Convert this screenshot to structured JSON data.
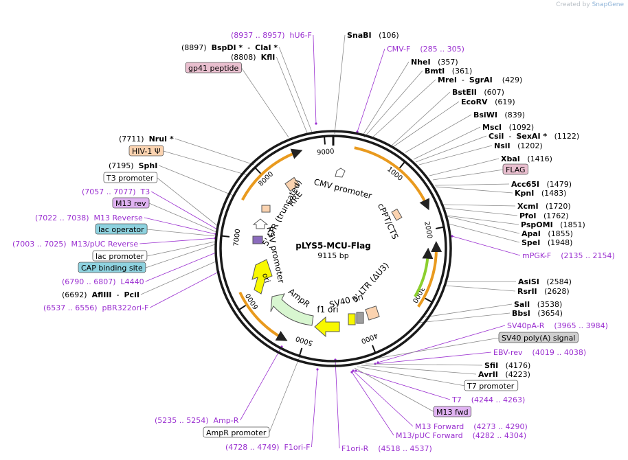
{
  "credit": {
    "prefix": "Created by",
    "brand": "SnapGene"
  },
  "plasmid": {
    "name": "pLYS5-MCU-Flag",
    "size": "9115 bp",
    "length": 9115
  },
  "colors": {
    "primer": "#9a2fd0",
    "enzyme": "#000000",
    "leader": "#8a8a8a",
    "backbone": "#1a1a1a",
    "orange": "#e99a1e",
    "green": "#8ccf2e",
    "tan": "#fbd3b0",
    "yellow": "#f8f800",
    "paleGreen": "#d8f6d0",
    "pink": "#e9bfcf",
    "blue": "#8ed2df",
    "gray": "#cfcfcf",
    "lilac": "#e0b3f2"
  },
  "ticks": [
    "1000",
    "2000",
    "3000",
    "4000",
    "5000",
    "6000",
    "7000",
    "8000",
    "9000"
  ],
  "inner_features": [
    {
      "id": "cmv-promoter",
      "label": "CMV promoter"
    },
    {
      "id": "cppt-cts",
      "label": "cPPT/CTS"
    },
    {
      "id": "rre",
      "label": "RRE"
    },
    {
      "id": "ltr5",
      "label": "5' LTR (truncated)"
    },
    {
      "id": "rsv-promoter",
      "label": "RSV promoter"
    },
    {
      "id": "ori",
      "label": "ori"
    },
    {
      "id": "ampr",
      "label": "AmpR"
    },
    {
      "id": "f1-ori",
      "label": "f1 ori"
    },
    {
      "id": "sv40-ori",
      "label": "SV40 ori"
    },
    {
      "id": "ltr3",
      "label": "3' LTR (ΔU3)"
    }
  ],
  "labels": [
    {
      "id": "hu6f",
      "parts": [
        {
          "t": "(8937 .. 8957)  hU6-F",
          "c": "p"
        }
      ]
    },
    {
      "id": "snabi",
      "parts": [
        {
          "t": "SnaBI",
          "c": "b"
        },
        {
          "t": "   (106)",
          "c": "n"
        }
      ]
    },
    {
      "id": "bspdi",
      "parts": [
        {
          "t": "(8897)  ",
          "c": "n"
        },
        {
          "t": "BspDI *",
          "c": "b"
        },
        {
          "t": "  -  ",
          "c": "n"
        },
        {
          "t": "ClaI *",
          "c": "b"
        }
      ]
    },
    {
      "id": "cmvf",
      "parts": [
        {
          "t": "CMV-F    (285 .. 305)",
          "c": "p"
        }
      ]
    },
    {
      "id": "kfli",
      "parts": [
        {
          "t": "(8808)  ",
          "c": "n"
        },
        {
          "t": "KflI",
          "c": "b"
        }
      ]
    },
    {
      "id": "nhei",
      "parts": [
        {
          "t": "NheI",
          "c": "b"
        },
        {
          "t": "   (357)",
          "c": "n"
        }
      ]
    },
    {
      "id": "gp41",
      "box": "pink",
      "parts": [
        {
          "t": "gp41 peptide",
          "c": "n"
        }
      ]
    },
    {
      "id": "bmti",
      "parts": [
        {
          "t": "BmtI",
          "c": "b"
        },
        {
          "t": "   (361)",
          "c": "n"
        }
      ]
    },
    {
      "id": "mrei",
      "parts": [
        {
          "t": "MreI",
          "c": "b"
        },
        {
          "t": "  -  ",
          "c": "n"
        },
        {
          "t": "SgrAI",
          "c": "b"
        },
        {
          "t": "    (429)",
          "c": "n"
        }
      ]
    },
    {
      "id": "bsteii",
      "parts": [
        {
          "t": "BstEII",
          "c": "b"
        },
        {
          "t": "   (607)",
          "c": "n"
        }
      ]
    },
    {
      "id": "ecorv",
      "parts": [
        {
          "t": "EcoRV",
          "c": "b"
        },
        {
          "t": "   (619)",
          "c": "n"
        }
      ]
    },
    {
      "id": "bsiwi",
      "parts": [
        {
          "t": "BsiWI",
          "c": "b"
        },
        {
          "t": "   (839)",
          "c": "n"
        }
      ]
    },
    {
      "id": "msci",
      "parts": [
        {
          "t": "MscI",
          "c": "b"
        },
        {
          "t": "   (1092)",
          "c": "n"
        }
      ]
    },
    {
      "id": "nrui",
      "parts": [
        {
          "t": "(7711)  ",
          "c": "n"
        },
        {
          "t": "NruI *",
          "c": "b"
        }
      ]
    },
    {
      "id": "csii",
      "parts": [
        {
          "t": "CsiI",
          "c": "b"
        },
        {
          "t": "  -  ",
          "c": "n"
        },
        {
          "t": "SexAI *",
          "c": "b"
        },
        {
          "t": "   (1122)",
          "c": "n"
        }
      ]
    },
    {
      "id": "nsii",
      "parts": [
        {
          "t": "NsiI",
          "c": "b"
        },
        {
          "t": "   (1202)",
          "c": "n"
        }
      ]
    },
    {
      "id": "hivpsi",
      "box": "tan",
      "parts": [
        {
          "t": "HIV-1 Ψ",
          "c": "n"
        }
      ]
    },
    {
      "id": "xbai",
      "parts": [
        {
          "t": "XbaI",
          "c": "b"
        },
        {
          "t": "   (1416)",
          "c": "n"
        }
      ]
    },
    {
      "id": "sphi",
      "parts": [
        {
          "t": "(7195)  ",
          "c": "n"
        },
        {
          "t": "SphI",
          "c": "b"
        }
      ]
    },
    {
      "id": "flag",
      "box": "pink",
      "parts": [
        {
          "t": "FLAG",
          "c": "n"
        }
      ]
    },
    {
      "id": "t3prom",
      "box": "white",
      "parts": [
        {
          "t": "T3 promoter",
          "c": "n"
        }
      ]
    },
    {
      "id": "acc65i",
      "parts": [
        {
          "t": "Acc65I",
          "c": "b"
        },
        {
          "t": "   (1479)",
          "c": "n"
        }
      ]
    },
    {
      "id": "t3",
      "parts": [
        {
          "t": "(7057 .. 7077)  T3",
          "c": "p"
        }
      ]
    },
    {
      "id": "kpni",
      "parts": [
        {
          "t": "KpnI",
          "c": "b"
        },
        {
          "t": "   (1483)",
          "c": "n"
        }
      ]
    },
    {
      "id": "m13rev",
      "box": "lilac",
      "parts": [
        {
          "t": "M13 rev",
          "c": "n"
        }
      ]
    },
    {
      "id": "xcmi",
      "parts": [
        {
          "t": "XcmI",
          "c": "b"
        },
        {
          "t": "   (1720)",
          "c": "n"
        }
      ]
    },
    {
      "id": "pfoi",
      "parts": [
        {
          "t": "PfoI",
          "c": "b"
        },
        {
          "t": "   (1762)",
          "c": "n"
        }
      ]
    },
    {
      "id": "m13reverse",
      "parts": [
        {
          "t": "(7022 .. 7038)  M13 Reverse",
          "c": "p"
        }
      ]
    },
    {
      "id": "pspomi",
      "parts": [
        {
          "t": "PspOMI",
          "c": "b"
        },
        {
          "t": "   (1851)",
          "c": "n"
        }
      ]
    },
    {
      "id": "lacop",
      "box": "blue",
      "parts": [
        {
          "t": "lac operator",
          "c": "n"
        }
      ]
    },
    {
      "id": "apai",
      "parts": [
        {
          "t": "ApaI",
          "c": "b"
        },
        {
          "t": "   (1855)",
          "c": "n"
        }
      ]
    },
    {
      "id": "spei",
      "parts": [
        {
          "t": "SpeI",
          "c": "b"
        },
        {
          "t": "   (1948)",
          "c": "n"
        }
      ]
    },
    {
      "id": "m13puc",
      "parts": [
        {
          "t": "(7003 .. 7025)  M13/pUC Reverse",
          "c": "p"
        }
      ]
    },
    {
      "id": "mpgkf",
      "parts": [
        {
          "t": "mPGK-F    (2135 .. 2154)",
          "c": "p"
        }
      ]
    },
    {
      "id": "lacprom",
      "box": "white",
      "parts": [
        {
          "t": "lac promoter",
          "c": "n"
        }
      ]
    },
    {
      "id": "cap",
      "box": "blue",
      "parts": [
        {
          "t": "CAP binding site",
          "c": "n"
        }
      ]
    },
    {
      "id": "asisi",
      "parts": [
        {
          "t": "AsiSI",
          "c": "b"
        },
        {
          "t": "   (2584)",
          "c": "n"
        }
      ]
    },
    {
      "id": "l4440",
      "parts": [
        {
          "t": "(6790 .. 6807)  L4440",
          "c": "p"
        }
      ]
    },
    {
      "id": "rsrii",
      "parts": [
        {
          "t": "RsrII",
          "c": "b"
        },
        {
          "t": "   (2628)",
          "c": "n"
        }
      ]
    },
    {
      "id": "aflii",
      "parts": [
        {
          "t": "(6692)  ",
          "c": "n"
        },
        {
          "t": "AflIII",
          "c": "b"
        },
        {
          "t": "  -  ",
          "c": "n"
        },
        {
          "t": "PciI",
          "c": "b"
        }
      ]
    },
    {
      "id": "sali",
      "parts": [
        {
          "t": "SalI",
          "c": "b"
        },
        {
          "t": "   (3538)",
          "c": "n"
        }
      ]
    },
    {
      "id": "pbr322",
      "parts": [
        {
          "t": "(6537 .. 6556)  pBR322ori-F",
          "c": "p"
        }
      ]
    },
    {
      "id": "bbsi",
      "parts": [
        {
          "t": "BbsI",
          "c": "b"
        },
        {
          "t": "   (3654)",
          "c": "n"
        }
      ]
    },
    {
      "id": "sv40par",
      "parts": [
        {
          "t": "SV40pA-R    (3965 .. 3984)",
          "c": "p"
        }
      ]
    },
    {
      "id": "sv40polya",
      "box": "gray",
      "parts": [
        {
          "t": "SV40 poly(A) signal",
          "c": "n"
        }
      ]
    },
    {
      "id": "ebvrev",
      "parts": [
        {
          "t": "EBV-rev    (4019 .. 4038)",
          "c": "p"
        }
      ]
    },
    {
      "id": "sfii",
      "parts": [
        {
          "t": "SfiI",
          "c": "b"
        },
        {
          "t": "   (4176)",
          "c": "n"
        }
      ]
    },
    {
      "id": "avrii",
      "parts": [
        {
          "t": "AvrII",
          "c": "b"
        },
        {
          "t": "   (4223)",
          "c": "n"
        }
      ]
    },
    {
      "id": "t7prom",
      "box": "white",
      "parts": [
        {
          "t": "T7 promoter",
          "c": "n"
        }
      ]
    },
    {
      "id": "t7",
      "parts": [
        {
          "t": "T7    (4244 .. 4263)",
          "c": "p"
        }
      ]
    },
    {
      "id": "m13fwd",
      "box": "lilac",
      "parts": [
        {
          "t": "M13 fwd",
          "c": "n"
        }
      ]
    },
    {
      "id": "m13forward",
      "parts": [
        {
          "t": "M13 Forward    (4273 .. 4290)",
          "c": "p"
        }
      ]
    },
    {
      "id": "ampr-r",
      "parts": [
        {
          "t": "(5235 .. 5254)  Amp-R",
          "c": "p"
        }
      ]
    },
    {
      "id": "m13pucf",
      "parts": [
        {
          "t": "M13/pUC Forward    (4282 .. 4304)",
          "c": "p"
        }
      ]
    },
    {
      "id": "amprprom",
      "box": "white",
      "parts": [
        {
          "t": "AmpR promoter",
          "c": "n"
        }
      ]
    },
    {
      "id": "f1orif",
      "parts": [
        {
          "t": "(4728 .. 4749)  F1ori-F",
          "c": "p"
        }
      ]
    },
    {
      "id": "f1orir",
      "parts": [
        {
          "t": "F1ori-R    (4518 .. 4537)",
          "c": "p"
        }
      ]
    }
  ]
}
